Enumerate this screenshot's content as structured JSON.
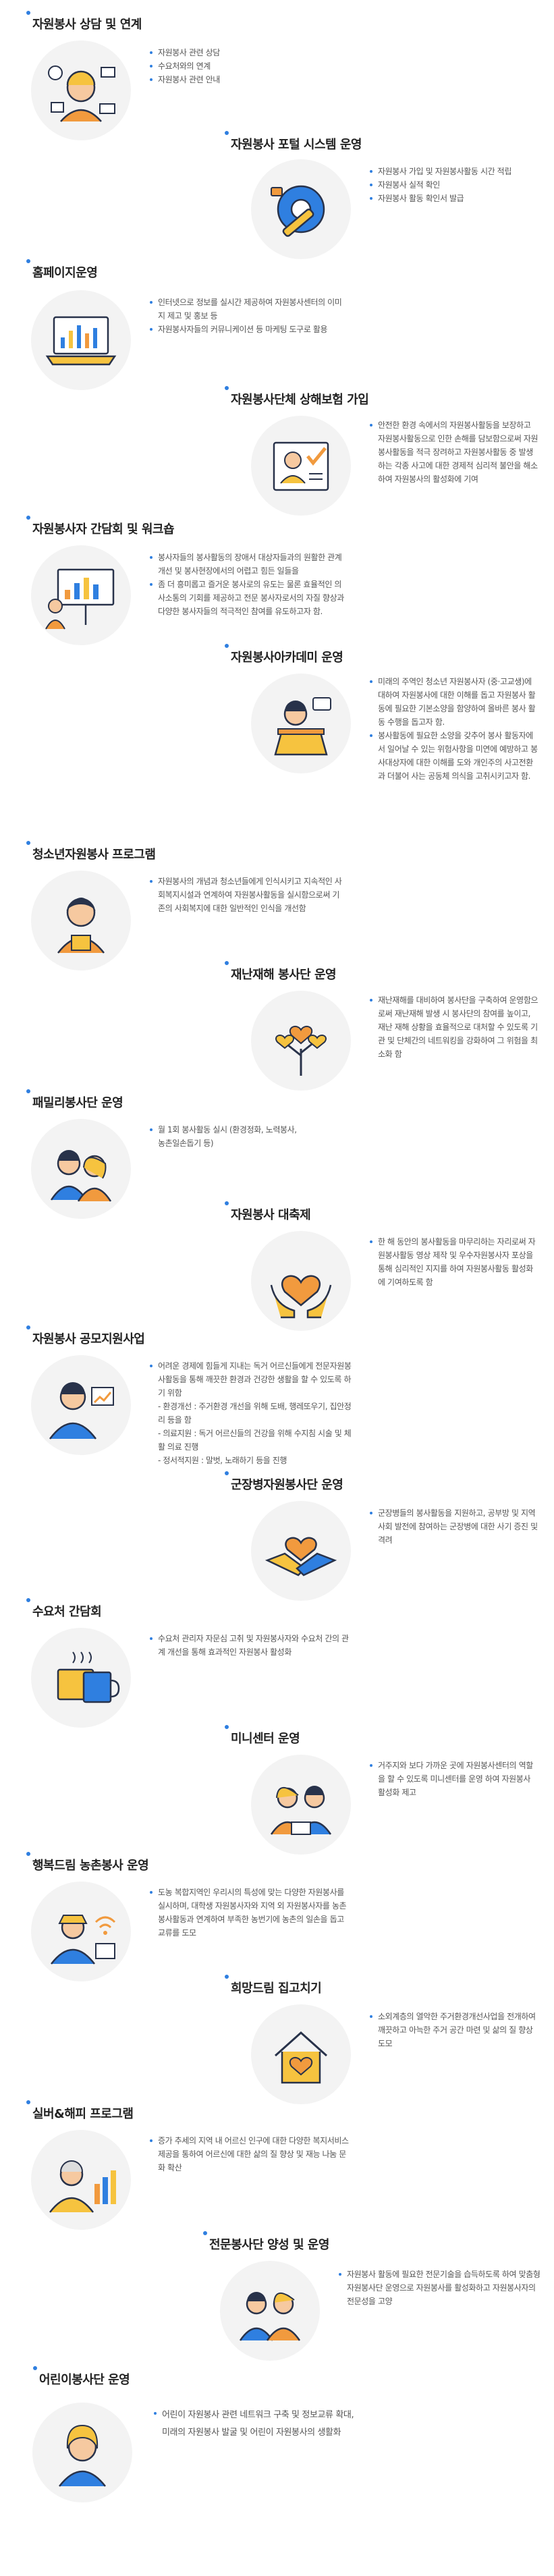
{
  "sections": [
    {
      "id": "s1",
      "title": "자원봉사 상담 및 연계",
      "icon": "consultant-headset-icon",
      "bullets": [
        "자원봉사 관련 상담",
        "수요처와의 연계",
        "자원봉사 관련 안내"
      ]
    },
    {
      "id": "s2",
      "title": "자원봉사 포털 시스템 운영",
      "icon": "gear-wrench-icon",
      "bullets": [
        "자원봉사 가입 및 자원봉사활동 시간 적립",
        "자원봉사 실적 확인",
        "자원봉사 활동 확인서 발급"
      ]
    },
    {
      "id": "s3",
      "title": "홈페이지운영",
      "icon": "laptop-chart-icon",
      "bullets": [
        "인터넷으로 정보를 실시간 제공하여 자원봉사센터의 이미지 제고 및 홍보 등",
        "자원봉사자들의 커뮤니케이션 등 마케팅 도구로 활용"
      ]
    },
    {
      "id": "s4",
      "title": "자원봉사단체 상해보험 가입",
      "icon": "insurance-document-icon",
      "bullets": [
        "안전한 환경 속에서의 자원봉사활동을 보장하고 자원봉사활동으로 인한 손해를 담보함으로써 자원봉사활동을 적극 장려하고 자원봉사활동 중 발생하는 각종 사고에 대한 경제적 심리적 불안을 해소하여 자원봉사의 활성화에 기여"
      ]
    },
    {
      "id": "s5",
      "title": "자원봉사자 간담회 및 워크숍",
      "icon": "presentation-board-icon",
      "bullets": [
        "봉사자들의 봉사활동의 장애서 대상자들과의 원활한 관계개선 및 봉사현장에서의 어렵고 힘든 일들을",
        "좀 더 흥미롭고 즐거운 봉사로의 유도는 물론 효율적인 의사소통의 기회를 제공하고 전문 봉사자로서의 자질 향상과 다양한 봉사자들의 적극적인 참여를 유도하고자 함."
      ]
    },
    {
      "id": "s6",
      "title": "자원봉사아카데미 운영",
      "icon": "lecturer-podium-icon",
      "bullets": [
        "미래의 주역인 청소년 자원봉사자 (중·고교생)에 대하여 자원봉사에 대한 이해를 돕고 자원봉사 활동에 필요한 기본소양을 함양하여 올바른 봉사 활동 수행을 돕고자 함.",
        "봉사활동에 필요한 소양을 갖추어 봉사 활동자에서 일어날 수 있는 위험사항을 미연에 예방하고 봉사대상자에 대한 이해를 도와 개인주의 사고전환과 더불어 사는 공동체 의식을 고취시키고자 함."
      ]
    },
    {
      "id": "s7",
      "title": "청소년자원봉사 프로그램",
      "icon": "student-icon",
      "bullets": [
        "자원봉사의 개념과 청소년들에게 인식시키고 지속적인 사회복지시설과 연계하여 자원봉사활동을 실시함으로써 기존의 사회복지에 대한 일반적인 인식을 개선함"
      ]
    },
    {
      "id": "s8",
      "title": "재난재해 봉사단 운영",
      "icon": "heart-tree-icon",
      "bullets": [
        "재난재해를 대비하여 봉사단을 구축하여 운영함으로써 재난재해 발생 시 봉사단의 참여를 높이고, 재난 재해 상황을 효율적으로 대처할 수 있도록 기관 및 단체간의 네트워킹을 강화하여 그 위험을 최소화 함"
      ]
    },
    {
      "id": "s9",
      "title": "패밀리봉사단 운영",
      "icon": "family-icon",
      "bullets": [
        "월 1회 봉사활동 실시 (환경정화, 노력봉사, 농촌일손돕기 등)"
      ]
    },
    {
      "id": "s10",
      "title": "자원봉사 대축제",
      "icon": "hands-heart-icon",
      "bullets": [
        "한 해 동안의 봉사활동을 마무리하는 자리로써 자원봉사활동 영상 제작 및 우수자원봉사자 포상을 통해 심리적인 지지를 하여 자원봉사활동 활성화에 기여하도록 함"
      ]
    },
    {
      "id": "s11",
      "title": "자원봉사 공모지원사업",
      "icon": "manager-chart-icon",
      "bullets": [
        "어려운 경제에 힘들게 지내는 독거 어르신들에게 전문자원봉사활동을 통해 깨끗한 환경과 건강한 생활을 할 수 있도록 하기 위함"
      ],
      "subs": [
        "- 환경개선 : 주거환경 개선을 위해 도배, 행레또우기, 집안정리 등을 함",
        "- 의료지원 : 독거 어르신들의 건강을 위해 수지침 시술 및 체활 의료 진행",
        "- 정서적지원 : 말벗, 노래하기 등을 진행"
      ]
    },
    {
      "id": "s12",
      "title": "군장병자원봉사단 운영",
      "icon": "handshake-heart-icon",
      "bullets": [
        "군장병들의 봉사활동을 지원하고, 공부방 및 지역사회 발전에 참여하는 군장병에 대한 사기 증진 및 격려"
      ]
    },
    {
      "id": "s13",
      "title": "수요처 간담회",
      "icon": "coffee-card-icon",
      "bullets": [
        "수요처 관리자 자문심 고취 및 자원봉사자와 수요처 간의 관계 개선을 통해 효과적인 자원봉사 활성화"
      ]
    },
    {
      "id": "s14",
      "title": "미니센터 운영",
      "icon": "mini-center-staff-icon",
      "bullets": [
        "거주지와 보다 가까운 곳에 자원봉사센터의 역할을 할 수 있도록 미니센터를 운영 하여 자원봉사 활성화 제고"
      ]
    },
    {
      "id": "s15",
      "title": "행복드림 농촌봉사 운영",
      "icon": "farmer-wifi-icon",
      "bullets": [
        "도농 복합지역인 우리시의 특성에 맞는 다양한 자원봉사를 실시하며, 대학생 자원봉사자와 지역 외 자원봉사자를 농촌봉사활동과 연계하여 부족한 농번기에 농촌의 일손을 돕고 교류를 도모"
      ]
    },
    {
      "id": "s16",
      "title": "희망드림 집고치기",
      "icon": "house-heart-icon",
      "bullets": [
        "소외계층의 열악한 주거환경개선사업을 전개하여 깨끗하고 아늑한 주거 공간 마련 및 삶의 질 향상 도모"
      ]
    },
    {
      "id": "s17",
      "title": "실버&해피 프로그램",
      "icon": "senior-chart-icon",
      "bullets": [
        "증가 추세의 지역 내 어르신 인구에 대한 다양한 복지서비스 제공을 통하여 어르신에 대한 삶의 질 향상 및 재능 나눔 문화 확산"
      ]
    },
    {
      "id": "s18",
      "title": "전문봉사단 양성 및 운영",
      "icon": "experts-icon",
      "bullets": [
        "자원봉사 활동에 필요한 전문기술을 습득하도록 하여 맞춤형 자원봉사단 운영으로 자원봉사를 활성화하고 자원봉사자의 전문성을 고양"
      ]
    },
    {
      "id": "s19",
      "title": "어린이봉사단 운영",
      "icon": "child-icon",
      "bullets": [
        "어린이 자원봉사 관련 네트워크 구축 및 정보교류 확대, 미래의 자원봉사 발굴 및 어린이 자원봉사의 생활화"
      ]
    }
  ],
  "colors": {
    "accent": "#2f7fe0",
    "circle": "#f3f3f3",
    "yellow": "#f6c33f",
    "orange": "#f19a3e",
    "navy": "#28324a"
  }
}
